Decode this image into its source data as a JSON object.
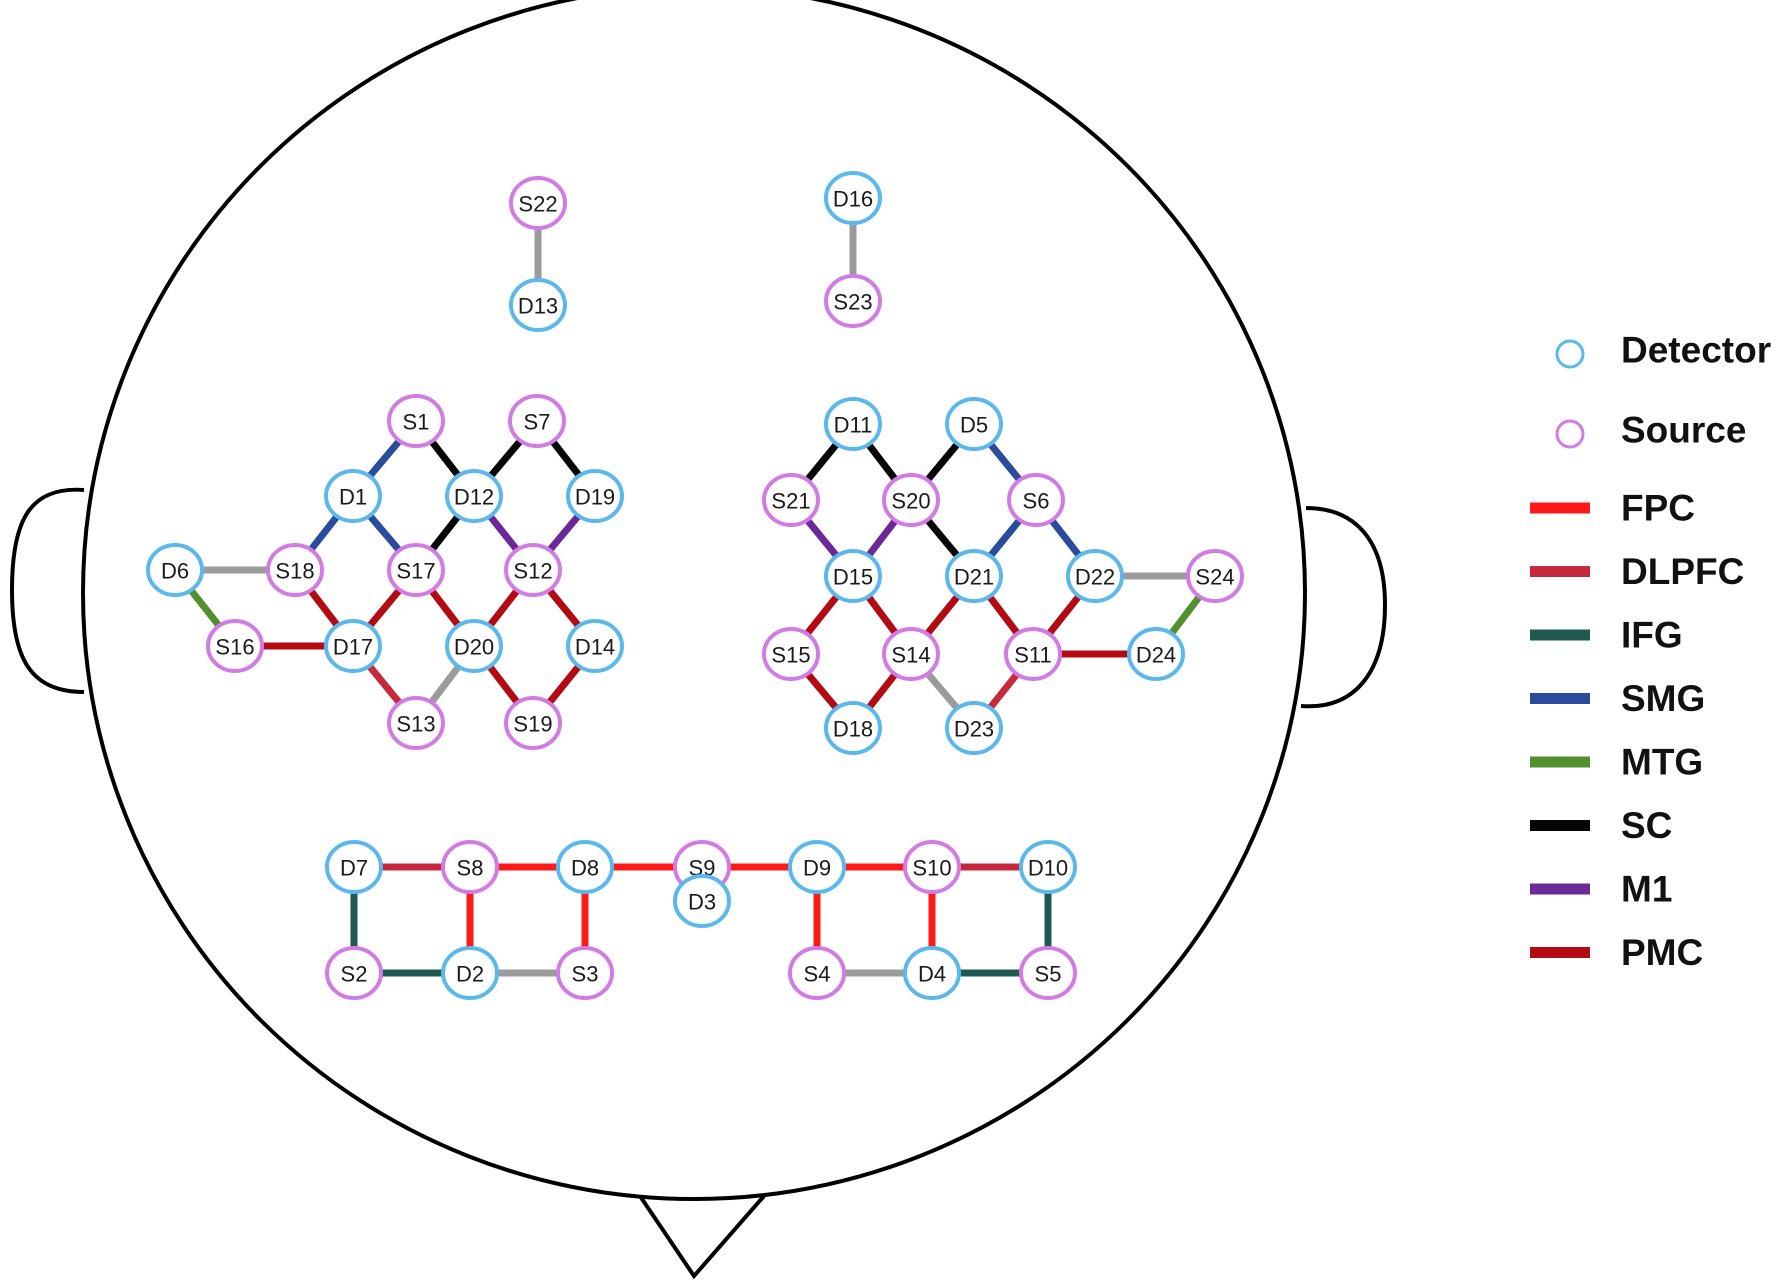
{
  "colors": {
    "detector": "#5ab8ec",
    "source": "#d27ae6",
    "channel_default": "#9b9b9b",
    "FPC": "#ff1a1a",
    "DLPFC": "#c8283c",
    "IFG": "#1e5a50",
    "SMG": "#2a4c9c",
    "MTG": "#52902e",
    "SC": "#050505",
    "M1": "#6a2898",
    "PMC": "#b40a14"
  },
  "legend": {
    "markers": [
      {
        "key": "detector",
        "label": "Detector",
        "icon": "detector-circle-icon"
      },
      {
        "key": "source",
        "label": "Source",
        "icon": "source-circle-icon"
      }
    ],
    "regions": [
      {
        "key": "FPC",
        "label": "FPC"
      },
      {
        "key": "DLPFC",
        "label": "DLPFC"
      },
      {
        "key": "IFG",
        "label": "IFG"
      },
      {
        "key": "SMG",
        "label": "SMG"
      },
      {
        "key": "MTG",
        "label": "MTG"
      },
      {
        "key": "SC",
        "label": "SC"
      },
      {
        "key": "M1",
        "label": "M1"
      },
      {
        "key": "PMC",
        "label": "PMC"
      }
    ]
  },
  "optodes": [
    {
      "id": "S1",
      "type": "source"
    },
    {
      "id": "S2",
      "type": "source"
    },
    {
      "id": "S3",
      "type": "source"
    },
    {
      "id": "S4",
      "type": "source"
    },
    {
      "id": "S5",
      "type": "source"
    },
    {
      "id": "S6",
      "type": "source"
    },
    {
      "id": "S7",
      "type": "source"
    },
    {
      "id": "S8",
      "type": "source"
    },
    {
      "id": "S9",
      "type": "source"
    },
    {
      "id": "S10",
      "type": "source"
    },
    {
      "id": "S11",
      "type": "source"
    },
    {
      "id": "S12",
      "type": "source"
    },
    {
      "id": "S13",
      "type": "source"
    },
    {
      "id": "S14",
      "type": "source"
    },
    {
      "id": "S15",
      "type": "source"
    },
    {
      "id": "S16",
      "type": "source"
    },
    {
      "id": "S17",
      "type": "source"
    },
    {
      "id": "S18",
      "type": "source"
    },
    {
      "id": "S19",
      "type": "source"
    },
    {
      "id": "S20",
      "type": "source"
    },
    {
      "id": "S21",
      "type": "source"
    },
    {
      "id": "S22",
      "type": "source"
    },
    {
      "id": "S23",
      "type": "source"
    },
    {
      "id": "S24",
      "type": "source"
    },
    {
      "id": "D1",
      "type": "detector"
    },
    {
      "id": "D2",
      "type": "detector"
    },
    {
      "id": "D3",
      "type": "detector"
    },
    {
      "id": "D4",
      "type": "detector"
    },
    {
      "id": "D5",
      "type": "detector"
    },
    {
      "id": "D6",
      "type": "detector"
    },
    {
      "id": "D7",
      "type": "detector"
    },
    {
      "id": "D8",
      "type": "detector"
    },
    {
      "id": "D9",
      "type": "detector"
    },
    {
      "id": "D10",
      "type": "detector"
    },
    {
      "id": "D11",
      "type": "detector"
    },
    {
      "id": "D12",
      "type": "detector"
    },
    {
      "id": "D13",
      "type": "detector"
    },
    {
      "id": "D14",
      "type": "detector"
    },
    {
      "id": "D15",
      "type": "detector"
    },
    {
      "id": "D16",
      "type": "detector"
    },
    {
      "id": "D17",
      "type": "detector"
    },
    {
      "id": "D18",
      "type": "detector"
    },
    {
      "id": "D19",
      "type": "detector"
    },
    {
      "id": "D20",
      "type": "detector"
    },
    {
      "id": "D21",
      "type": "detector"
    },
    {
      "id": "D22",
      "type": "detector"
    },
    {
      "id": "D23",
      "type": "detector"
    },
    {
      "id": "D24",
      "type": "detector"
    }
  ],
  "channels": [
    {
      "from": "S22",
      "to": "D13",
      "region": null
    },
    {
      "from": "D16",
      "to": "S23",
      "region": null
    },
    {
      "from": "S1",
      "to": "D1",
      "region": "SMG"
    },
    {
      "from": "S1",
      "to": "D12",
      "region": "SC"
    },
    {
      "from": "S7",
      "to": "D12",
      "region": "SC"
    },
    {
      "from": "S7",
      "to": "D19",
      "region": "SC"
    },
    {
      "from": "D1",
      "to": "S18",
      "region": "SMG"
    },
    {
      "from": "D1",
      "to": "S17",
      "region": "SMG"
    },
    {
      "from": "D12",
      "to": "S17",
      "region": "SC"
    },
    {
      "from": "D12",
      "to": "S12",
      "region": "M1"
    },
    {
      "from": "D19",
      "to": "S12",
      "region": "M1"
    },
    {
      "from": "D6",
      "to": "S18",
      "region": null
    },
    {
      "from": "D6",
      "to": "S16",
      "region": "MTG"
    },
    {
      "from": "S16",
      "to": "D17",
      "region": "PMC"
    },
    {
      "from": "S18",
      "to": "D17",
      "region": "PMC"
    },
    {
      "from": "S17",
      "to": "D17",
      "region": "PMC"
    },
    {
      "from": "S17",
      "to": "D20",
      "region": "PMC"
    },
    {
      "from": "S12",
      "to": "D20",
      "region": "PMC"
    },
    {
      "from": "S12",
      "to": "D14",
      "region": "PMC"
    },
    {
      "from": "D17",
      "to": "S13",
      "region": "DLPFC"
    },
    {
      "from": "D20",
      "to": "S13",
      "region": null
    },
    {
      "from": "D20",
      "to": "S19",
      "region": "PMC"
    },
    {
      "from": "D14",
      "to": "S19",
      "region": "PMC"
    },
    {
      "from": "D11",
      "to": "S21",
      "region": "SC"
    },
    {
      "from": "D11",
      "to": "S20",
      "region": "SC"
    },
    {
      "from": "D5",
      "to": "S20",
      "region": "SC"
    },
    {
      "from": "D5",
      "to": "S6",
      "region": "SMG"
    },
    {
      "from": "S21",
      "to": "D15",
      "region": "M1"
    },
    {
      "from": "S20",
      "to": "D15",
      "region": "M1"
    },
    {
      "from": "S20",
      "to": "D21",
      "region": "SC"
    },
    {
      "from": "S6",
      "to": "D21",
      "region": "SMG"
    },
    {
      "from": "S6",
      "to": "D22",
      "region": "SMG"
    },
    {
      "from": "D22",
      "to": "S24",
      "region": null
    },
    {
      "from": "S24",
      "to": "D24",
      "region": "MTG"
    },
    {
      "from": "D15",
      "to": "S15",
      "region": "PMC"
    },
    {
      "from": "D15",
      "to": "S14",
      "region": "PMC"
    },
    {
      "from": "D21",
      "to": "S14",
      "region": "PMC"
    },
    {
      "from": "D21",
      "to": "S11",
      "region": "PMC"
    },
    {
      "from": "D22",
      "to": "S11",
      "region": "PMC"
    },
    {
      "from": "S11",
      "to": "D24",
      "region": "PMC"
    },
    {
      "from": "S15",
      "to": "D18",
      "region": "PMC"
    },
    {
      "from": "S14",
      "to": "D18",
      "region": "PMC"
    },
    {
      "from": "S14",
      "to": "D23",
      "region": null
    },
    {
      "from": "S11",
      "to": "D23",
      "region": "DLPFC"
    },
    {
      "from": "D7",
      "to": "S8",
      "region": "DLPFC"
    },
    {
      "from": "S8",
      "to": "D8",
      "region": "FPC"
    },
    {
      "from": "D8",
      "to": "S9",
      "region": "FPC"
    },
    {
      "from": "S9",
      "to": "D9",
      "region": "FPC"
    },
    {
      "from": "D9",
      "to": "S10",
      "region": "FPC"
    },
    {
      "from": "S10",
      "to": "D10",
      "region": "DLPFC"
    },
    {
      "from": "D7",
      "to": "S2",
      "region": "IFG"
    },
    {
      "from": "S8",
      "to": "D2",
      "region": "FPC"
    },
    {
      "from": "D8",
      "to": "S3",
      "region": "FPC"
    },
    {
      "from": "D9",
      "to": "S4",
      "region": "FPC"
    },
    {
      "from": "S10",
      "to": "D4",
      "region": "FPC"
    },
    {
      "from": "D10",
      "to": "S5",
      "region": "IFG"
    },
    {
      "from": "S2",
      "to": "D2",
      "region": "IFG"
    },
    {
      "from": "D2",
      "to": "S3",
      "region": null
    },
    {
      "from": "S4",
      "to": "D4",
      "region": null
    },
    {
      "from": "D4",
      "to": "S5",
      "region": "IFG"
    }
  ]
}
